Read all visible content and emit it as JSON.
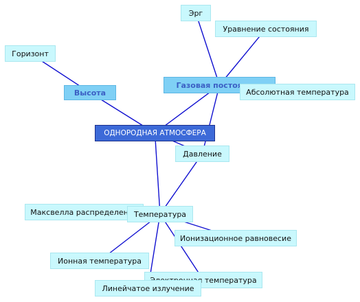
{
  "diagram": {
    "nodes": [
      {
        "id": "root",
        "label": "ОДНОРОДНАЯ АТМОСФЕРА"
      },
      {
        "id": "height",
        "label": "Высота"
      },
      {
        "id": "horizon",
        "label": "Горизонт"
      },
      {
        "id": "gas_const",
        "label": "Газовая постоянная"
      },
      {
        "id": "erg",
        "label": "Эрг"
      },
      {
        "id": "state_eq",
        "label": "Уравнение состояния"
      },
      {
        "id": "abs_temp",
        "label": "Абсолютная температура"
      },
      {
        "id": "pressure",
        "label": "Давление"
      },
      {
        "id": "temperature",
        "label": "Температура"
      },
      {
        "id": "maxwell",
        "label": "Максвелла распределение"
      },
      {
        "id": "ion_eq",
        "label": "Ионизационное равновесие"
      },
      {
        "id": "ion_temp",
        "label": "Ионная температура"
      },
      {
        "id": "elec_temp",
        "label": "Электронная температура"
      },
      {
        "id": "line_rad",
        "label": "Линейчатое излучение"
      }
    ],
    "edges": [
      [
        "horizon",
        "height"
      ],
      [
        "height",
        "root"
      ],
      [
        "root",
        "gas_const"
      ],
      [
        "erg",
        "gas_const"
      ],
      [
        "state_eq",
        "gas_const"
      ],
      [
        "gas_const",
        "pressure"
      ],
      [
        "root",
        "pressure"
      ],
      [
        "pressure",
        "temperature"
      ],
      [
        "root",
        "temperature"
      ],
      [
        "temperature",
        "maxwell"
      ],
      [
        "temperature",
        "ion_eq"
      ],
      [
        "temperature",
        "ion_temp"
      ],
      [
        "temperature",
        "elec_temp"
      ],
      [
        "temperature",
        "line_rad"
      ]
    ],
    "colors": {
      "edge": "#1010d0",
      "root_fill": "#3d6ad8",
      "level1_fill": "#7fd0f5",
      "leaf_fill": "#c9f8fd"
    }
  }
}
